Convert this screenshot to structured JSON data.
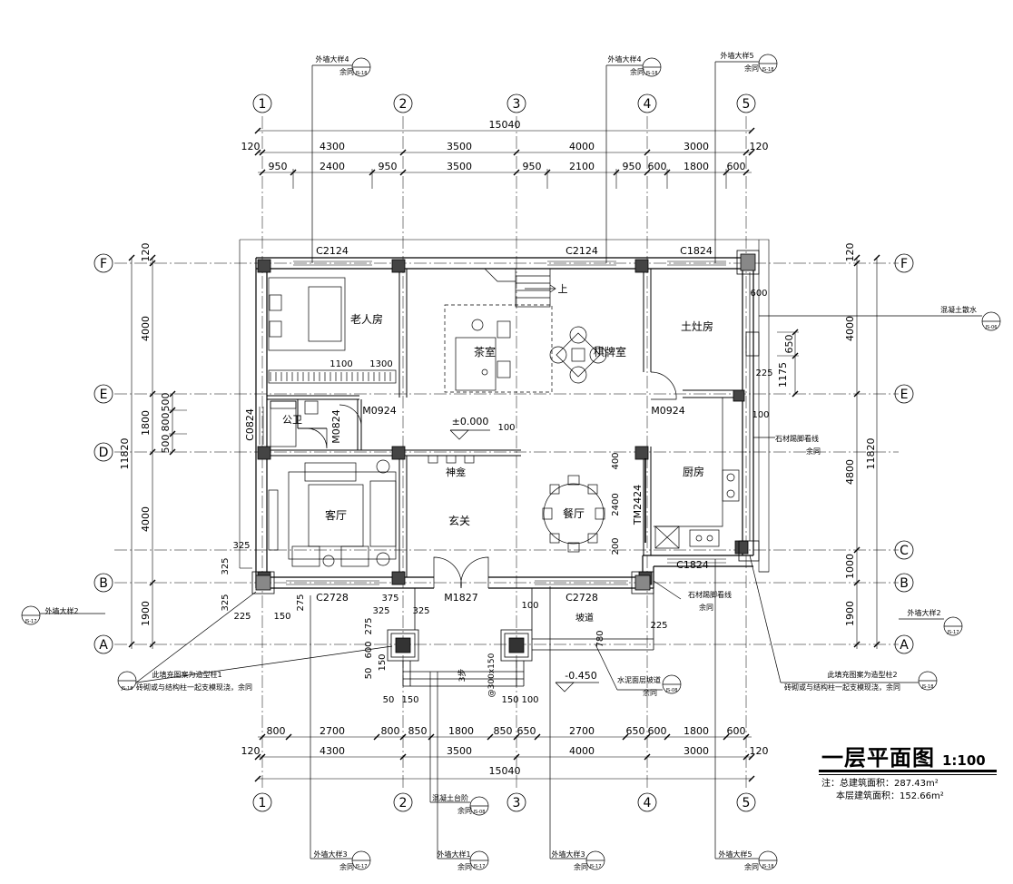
{
  "drawing": {
    "title": "一层平面图",
    "scale": "1:100",
    "note_prefix": "注：",
    "note_total": "总建筑面积：287.43m²",
    "note_floor": "本层建筑面积：152.66m²"
  },
  "axes": {
    "cols": [
      "1",
      "2",
      "3",
      "4",
      "5"
    ],
    "rows": [
      "F",
      "E",
      "D",
      "C",
      "B",
      "A"
    ]
  },
  "dims": {
    "total_top": "15040",
    "total_bottom": "15040",
    "top_bays": [
      "120",
      "4300",
      "3500",
      "4000",
      "3000",
      "120"
    ],
    "top_detail": [
      "950",
      "2400",
      "950",
      "3500",
      "950",
      "2100",
      "950",
      "600",
      "1800",
      "600"
    ],
    "bottom_detail": [
      "800",
      "2700",
      "800",
      "850",
      "1800",
      "850",
      "650",
      "2700",
      "650",
      "600",
      "1800",
      "600"
    ],
    "bottom_bays": [
      "120",
      "4300",
      "3500",
      "4000",
      "3000",
      "120"
    ],
    "left_chain": [
      "120",
      "4000",
      "1800",
      "4000",
      "1900"
    ],
    "left_small": [
      "500",
      "800",
      "500"
    ],
    "left_total": "11820",
    "right_chain": [
      "120",
      "4000",
      "4800",
      "1000",
      "1900"
    ],
    "right_total": "11820",
    "right_small": [
      "650",
      "1175"
    ],
    "misc": [
      "1100",
      "1300",
      "600",
      "225",
      "100",
      "400",
      "2400",
      "200",
      "100",
      "225",
      "325",
      "325",
      "325",
      "225",
      "150",
      "275",
      "375",
      "325",
      "325",
      "275",
      "600",
      "150",
      "50",
      "50",
      "150",
      "150",
      "100",
      "100",
      "780"
    ]
  },
  "openings": {
    "c2124_a": "C2124",
    "c2124_b": "C2124",
    "c1824_top": "C1824",
    "c1824_bot": "C1824",
    "c2728_a": "C2728",
    "c2728_b": "C2728",
    "m0924_a": "M0924",
    "m0924_b": "M0924",
    "m0824": "M0824",
    "c0824": "C0824",
    "m1827": "M1827",
    "tm2424": "TM2424"
  },
  "rooms": {
    "elder": "老人房",
    "tea": "茶室",
    "chess": "棋牌室",
    "stove": "土灶房",
    "wc": "公卫",
    "shrine": "神龛",
    "living": "客厅",
    "foyer": "玄关",
    "dining": "餐厅",
    "kitchen": "厨房"
  },
  "marks": {
    "level_000": "±0.000",
    "level_neg": "-0.450",
    "up": "上",
    "ramp": "坡道",
    "steps": "3步",
    "step_dim": "@300x150"
  },
  "refs": {
    "top1": "外墙大样4",
    "top1_sub": "余同",
    "top1_code": "JS-18",
    "top2": "外墙大样4",
    "top2_sub": "余同",
    "top2_code": "JS-18",
    "top3": "外墙大样5",
    "top3_sub": "余同",
    "top3_code": "JS-18",
    "r_conc": "混凝土散水",
    "r_conc_code": "JS-06",
    "r_stone1": "石材踢脚看线",
    "r_stone1_sub": "余同",
    "r_stone2": "石材踢脚看线",
    "r_stone2_sub": "余同",
    "l_wall2": "外墙大样2",
    "l_wall2_code": "JS-17",
    "r_wall2": "外墙大样2",
    "r_wall2_code": "JS-17",
    "col1_a": "此填充图案为造型柱1",
    "col1_b": "砖砌或与结构柱一起支模现浇，余同",
    "col1_code": "JS-18",
    "col2_a": "此填充图案为造型柱2",
    "col2_b": "砖砌或与结构柱一起支模现浇，余同",
    "col2_code": "JS-18",
    "cement": "水泥面层坡道",
    "cement_sub": "余同",
    "cement_code": "JS-08",
    "conc_step": "混凝土台阶",
    "conc_step_sub": "余同",
    "conc_step_code": "JS-08",
    "b1": "外墙大样3",
    "b1_sub": "余同",
    "b1_code": "JS-17",
    "b2": "外墙大样1",
    "b2_sub": "余同",
    "b2_code": "JS-17",
    "b3": "外墙大样3",
    "b3_sub": "余同",
    "b3_code": "JS-17",
    "b4": "外墙大样5",
    "b4_sub": "余同",
    "b4_code": "JS-18"
  }
}
